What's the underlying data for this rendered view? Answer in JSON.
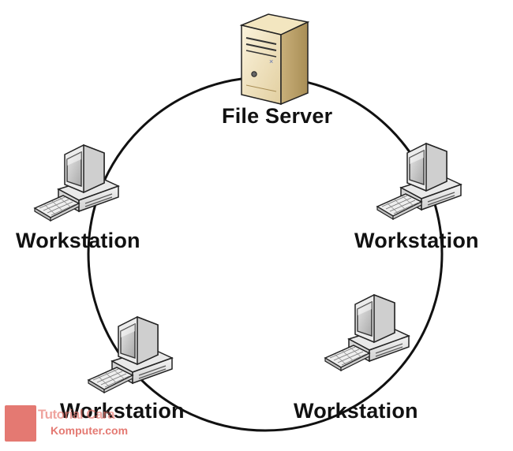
{
  "nodes": {
    "server": {
      "label": "File Server"
    },
    "ws_left": {
      "label": "Workstation"
    },
    "ws_right": {
      "label": "Workstation"
    },
    "ws_bottom_left": {
      "label": "Workstation"
    },
    "ws_bottom_right": {
      "label": "Workstation"
    }
  },
  "watermark": {
    "line1": "Tutorial Cara",
    "line2": "Komputer.com"
  }
}
